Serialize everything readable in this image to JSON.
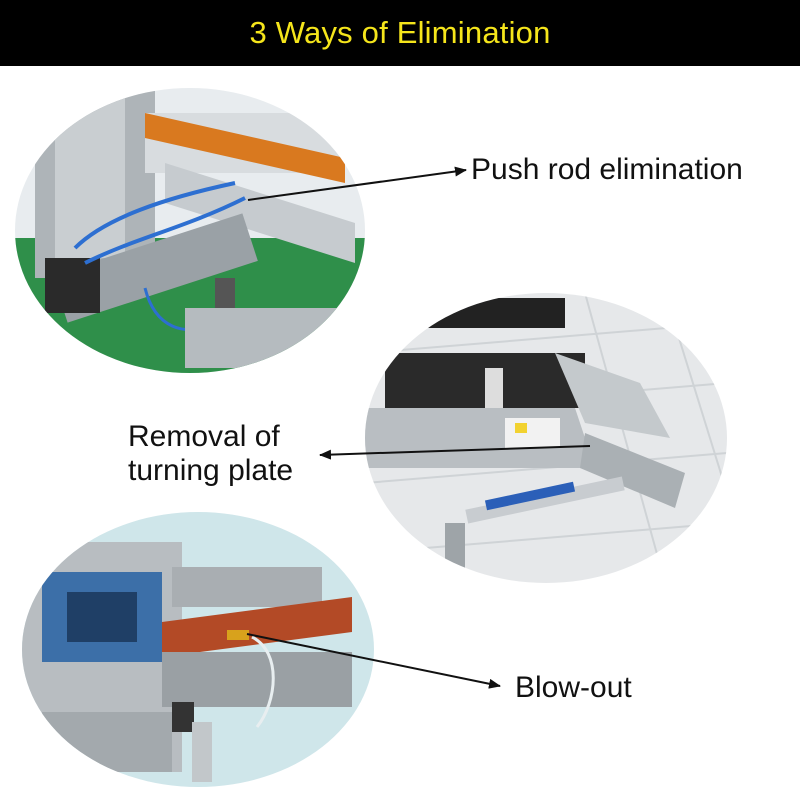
{
  "title": "3 Ways of Elimination",
  "colors": {
    "title_bg": "#000000",
    "title_text": "#f5e51b",
    "label_text": "#111111"
  },
  "callouts": {
    "push_rod": "Push rod elimination",
    "turning_plate_line1": "Removal of",
    "turning_plate_line2": "turning plate",
    "blow_out": "Blow-out"
  }
}
